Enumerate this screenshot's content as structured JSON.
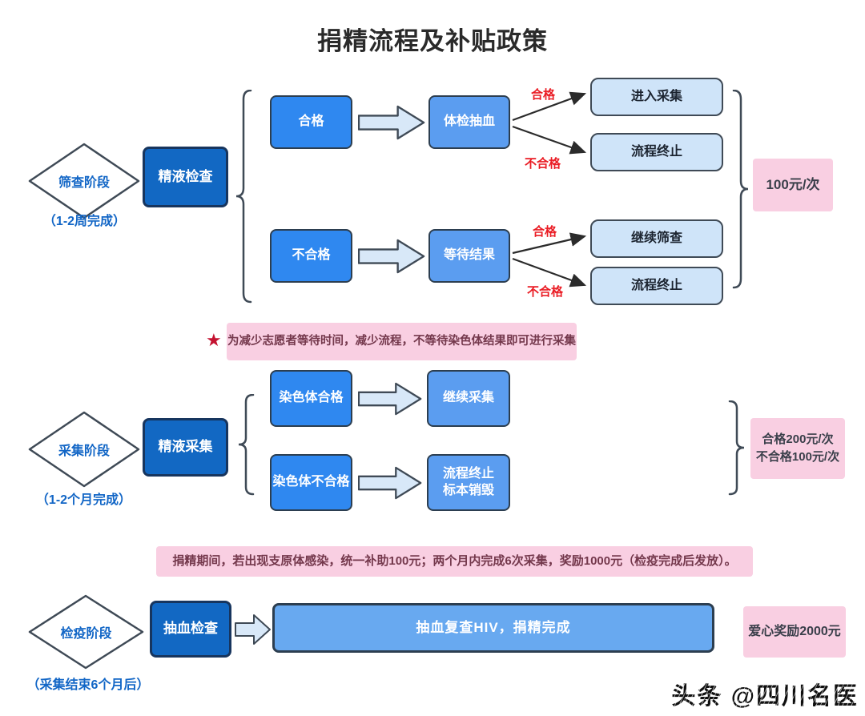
{
  "title": "捐精流程及补贴政策",
  "colors": {
    "dark_blue": "#1268c3",
    "bright_blue": "#2f88f0",
    "medium_blue": "#5b9df0",
    "light_blue": "#cfe4f9",
    "pink": "#f9cfe2",
    "red_label": "#ea1c24",
    "blue_text": "#1266c6"
  },
  "stage1": {
    "diamond": "筛查阶段",
    "caption": "（1-2周完成）",
    "main_box": "精液检查",
    "rows": [
      {
        "input": "合格",
        "process": "体检抽血",
        "branches": [
          {
            "label": "合格",
            "result": "进入采集"
          },
          {
            "label": "不合格",
            "result": "流程终止"
          }
        ]
      },
      {
        "input": "不合格",
        "process": "等待结果",
        "branches": [
          {
            "label": "合格",
            "result": "继续筛查"
          },
          {
            "label": "不合格",
            "result": "流程终止"
          }
        ]
      }
    ],
    "subsidy": "100元/次"
  },
  "note": {
    "star": "★",
    "text": "为减少志愿者等待时间，减少流程，不等待染色体结果即可进行采集"
  },
  "stage2": {
    "diamond": "采集阶段",
    "caption": "（1-2个月完成）",
    "main_box": "精液采集",
    "rows": [
      {
        "input": "染色体合格",
        "result": "继续采集"
      },
      {
        "input": "染色体不合格",
        "result": "流程终止\n标本销毁"
      }
    ],
    "subsidy": "合格200元/次\n不合格100元/次"
  },
  "banner": "捐精期间，若出现支原体感染，统一补助100元；两个月内完成6次采集，奖励1000元（检疫完成后发放）。",
  "stage3": {
    "diamond": "检疫阶段",
    "caption": "（采集结束6个月后）",
    "main_box": "抽血检查",
    "wide_box": "抽血复查HIV，捐精完成",
    "subsidy": "爱心奖励2000元"
  },
  "watermark": "头条 @四川名医"
}
